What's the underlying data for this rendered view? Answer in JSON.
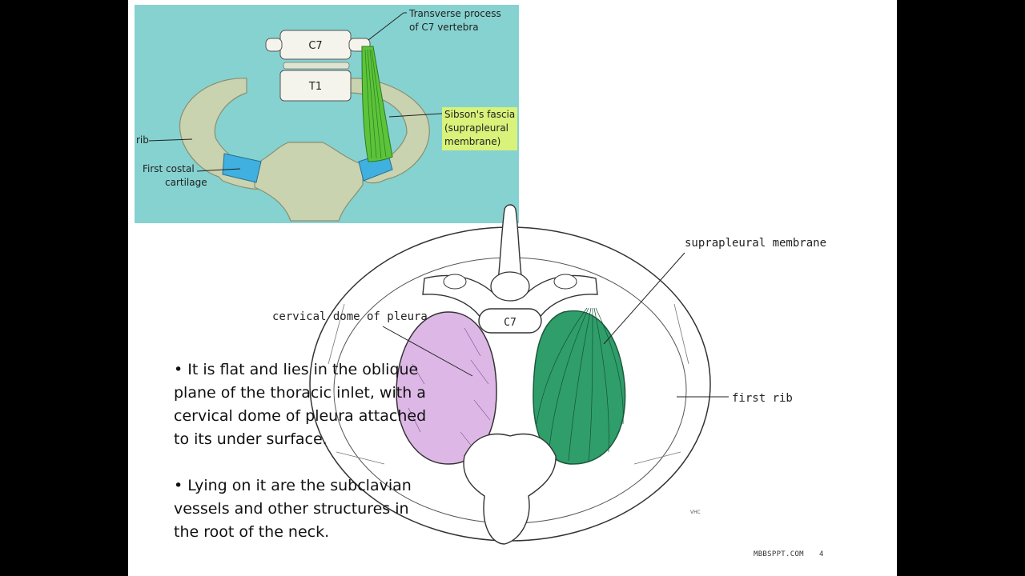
{
  "figure1": {
    "vertebra_c7": "C7",
    "vertebra_t1": "T1",
    "label_transverse": [
      "Transverse process",
      "of C7 vertebra"
    ],
    "label_sibson": [
      "Sibson's fascia",
      "(suprapleural",
      "membrane)"
    ],
    "label_rib": "rib",
    "label_cartilage": [
      "First costal",
      "cartilage"
    ],
    "colors": {
      "background": "#86d2d0",
      "fascia": "#5cc43a",
      "cartilage": "#3fb0df",
      "bone": "#c9d3b0",
      "highlight": "#d8f27a"
    }
  },
  "figure2": {
    "label_suprapleural": "suprapleural membrane",
    "label_dome": "cervical dome of pleura",
    "label_first_rib": "first rib",
    "vertebra": "C7",
    "signature": "VHC",
    "colors": {
      "dome": "#ddb8e6",
      "membrane": "#2f9e6a"
    }
  },
  "bullets": [
    "• It is flat and lies in the oblique plane of the thoracic inlet, with a cervical dome of pleura attached to its under surface.",
    "• Lying on it are the subclavian vessels and other structures in the root of the neck."
  ],
  "footer": {
    "site": "MBBSPPT.COM",
    "page": "4"
  }
}
